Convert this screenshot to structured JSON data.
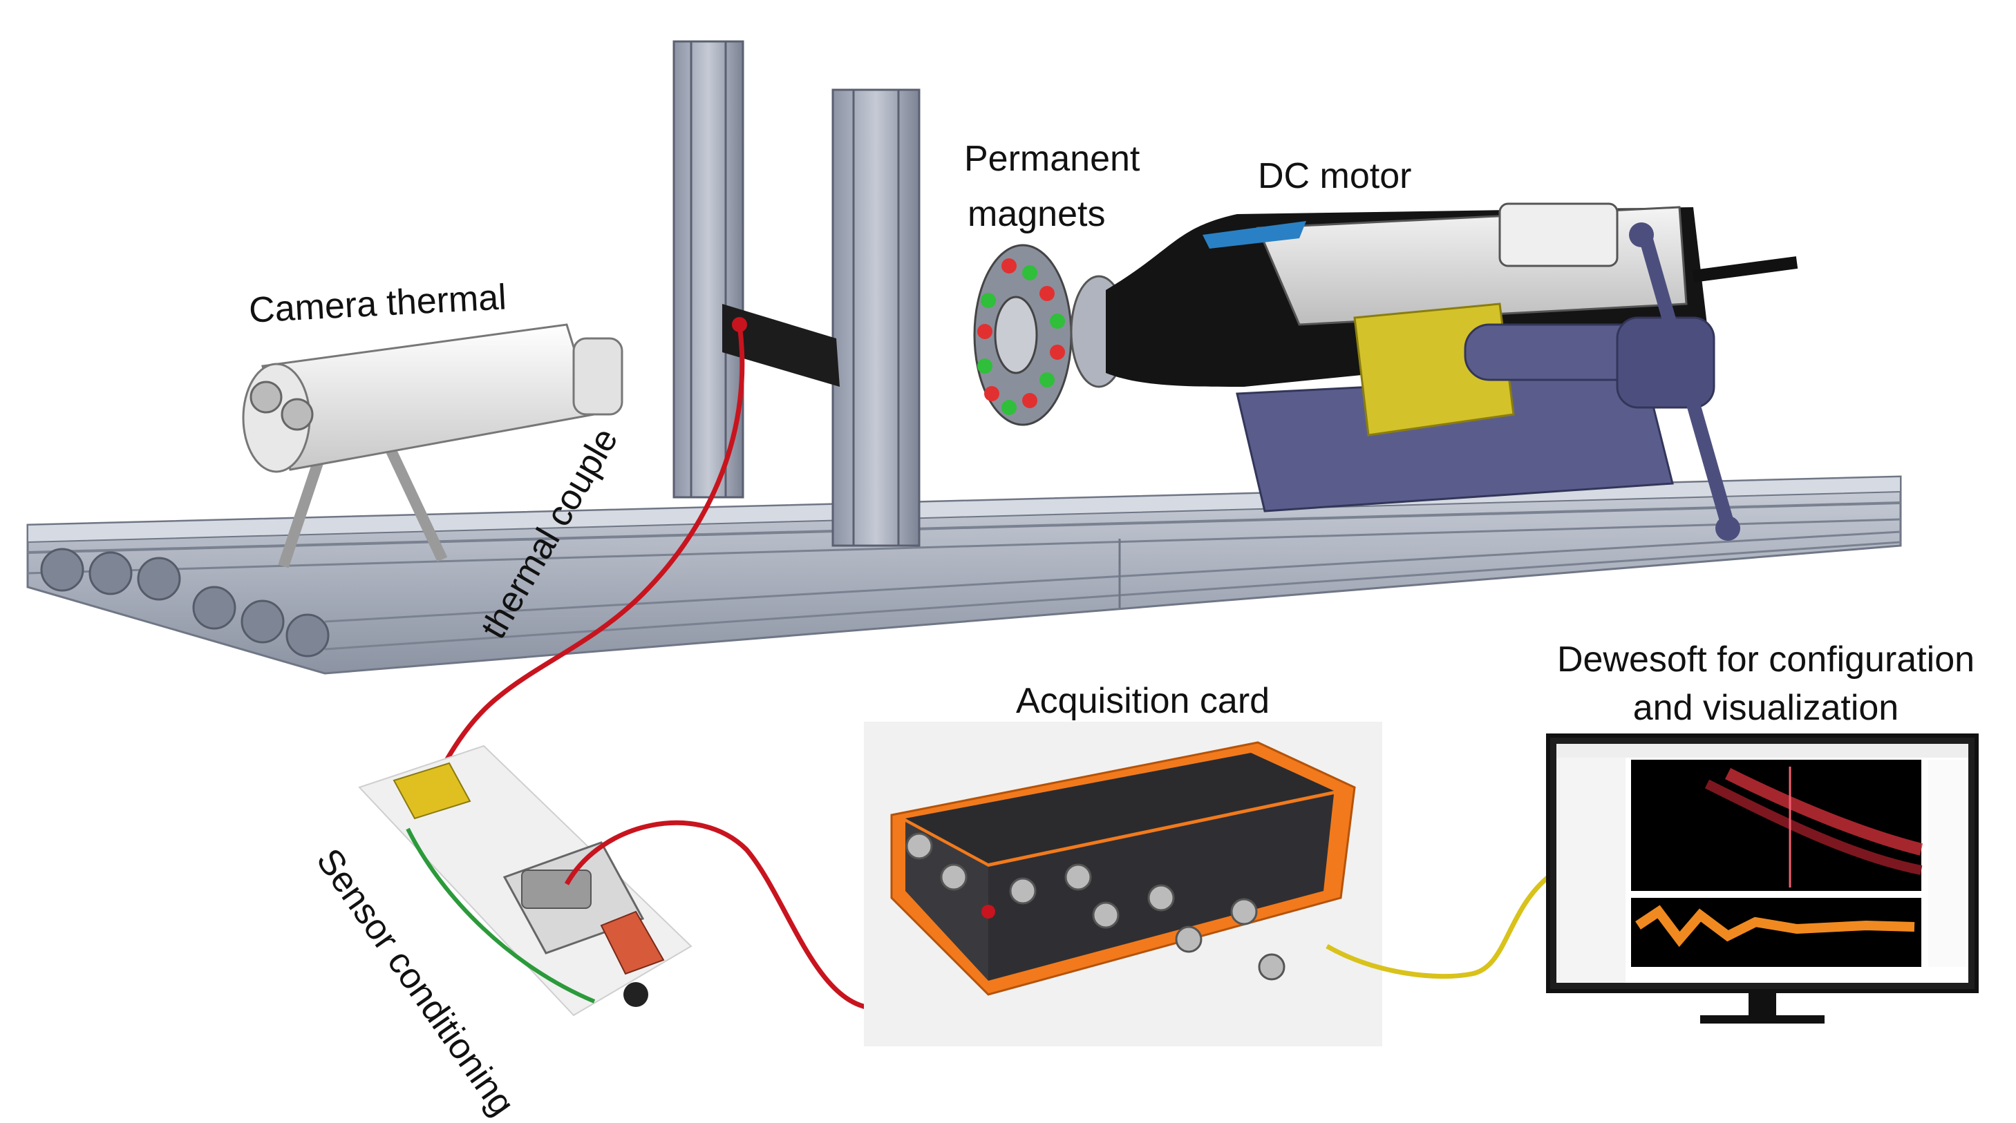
{
  "labels": {
    "camera_thermal": "Camera thermal",
    "permanent_magnets_line1": "Permanent",
    "permanent_magnets_line2": "magnets",
    "dc_motor": "DC motor",
    "thermal_couple": "thermal couple",
    "sensor_conditioning": "Sensor conditioning",
    "acquisition_card": "Acquisition card",
    "dewesoft_line1": "Dewesoft for configuration",
    "dewesoft_line2": "and visualization"
  },
  "colors": {
    "rail": "#a6adbb",
    "rail_dark": "#6f7685",
    "cable_red": "#c8141e",
    "cable_yellow": "#d9c21a",
    "daq_orange": "#f27a1c",
    "daq_body": "#2b2b2e",
    "vise": "#5a5d8c",
    "motor_yellow": "#d4c22a",
    "magnet_red": "#e23030",
    "magnet_green": "#2fbf3a"
  }
}
